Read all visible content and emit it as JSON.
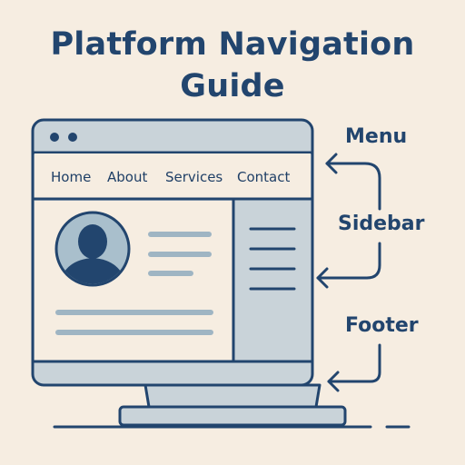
{
  "title": {
    "line1": "Platform Navigation",
    "line2": "Guide"
  },
  "nav_menu": {
    "items": [
      {
        "label": "Home"
      },
      {
        "label": "About"
      },
      {
        "label": "Services"
      },
      {
        "label": "Contact"
      }
    ]
  },
  "callouts": {
    "menu": "Menu",
    "sidebar": "Sidebar",
    "footer": "Footer"
  },
  "colors": {
    "background": "#f6ede1",
    "ink": "#22456e",
    "screen_fill": "#c9d3d9",
    "content_fill": "#f6ede1",
    "accent_line": "#9fb5c3"
  },
  "icons": {
    "window_dots": "window-dots-icon",
    "avatar": "user-avatar-icon",
    "arrows": "arrow-left-icon"
  }
}
